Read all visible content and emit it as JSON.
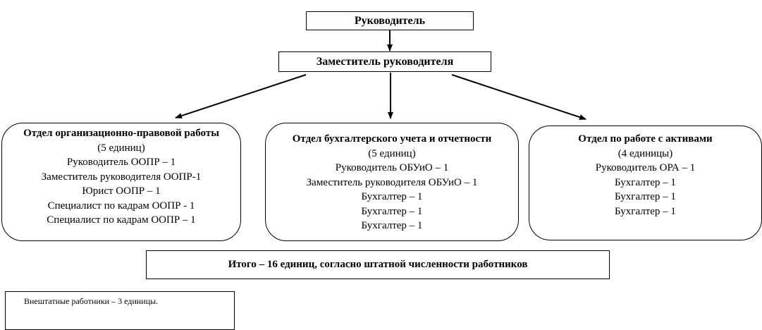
{
  "chart": {
    "head": "Руководитель",
    "deputy": "Заместитель руководителя",
    "departments": [
      {
        "title": "Отдел организационно-правовой работы",
        "count": "(5 единиц)",
        "staff": [
          "Руководитель ООПР – 1",
          "Заместитель руководителя ООПР-1",
          "Юрист ООПР – 1",
          "Специалист по кадрам ООПР - 1",
          "Специалист по кадрам ООПР – 1"
        ]
      },
      {
        "title": "Отдел бухгалтерского учета и отчетности",
        "count": "(5 единиц)",
        "staff": [
          "Руководитель ОБУиО – 1",
          "Заместитель руководителя ОБУиО – 1",
          "Бухгалтер – 1",
          "Бухгалтер – 1",
          "Бухгалтер – 1"
        ]
      },
      {
        "title": "Отдел по работе с активами",
        "count": "(4 единицы)",
        "staff": [
          "Руководитель ОРА – 1",
          "Бухгалтер – 1",
          "Бухгалтер – 1",
          "Бухгалтер – 1"
        ]
      }
    ],
    "total": "Итого – 16 единиц, согласно штатной численности работников",
    "freelance": "Внештатные работники – 3 единицы."
  }
}
